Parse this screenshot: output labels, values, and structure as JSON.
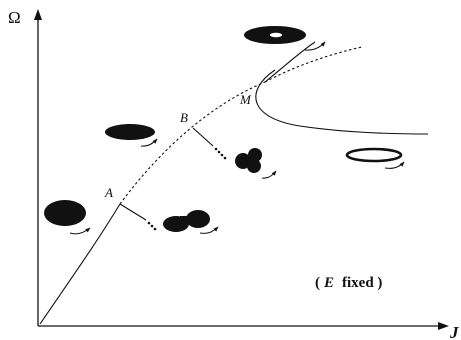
{
  "axes": {
    "y_label": "Ω",
    "x_label": "J"
  },
  "points": {
    "A": "A",
    "B": "B",
    "M": "M"
  },
  "note": {
    "open_paren": "(",
    "variable": "E",
    "text": "fixed )"
  },
  "colors": {
    "ink": "#111111",
    "background": "#ffffff"
  }
}
